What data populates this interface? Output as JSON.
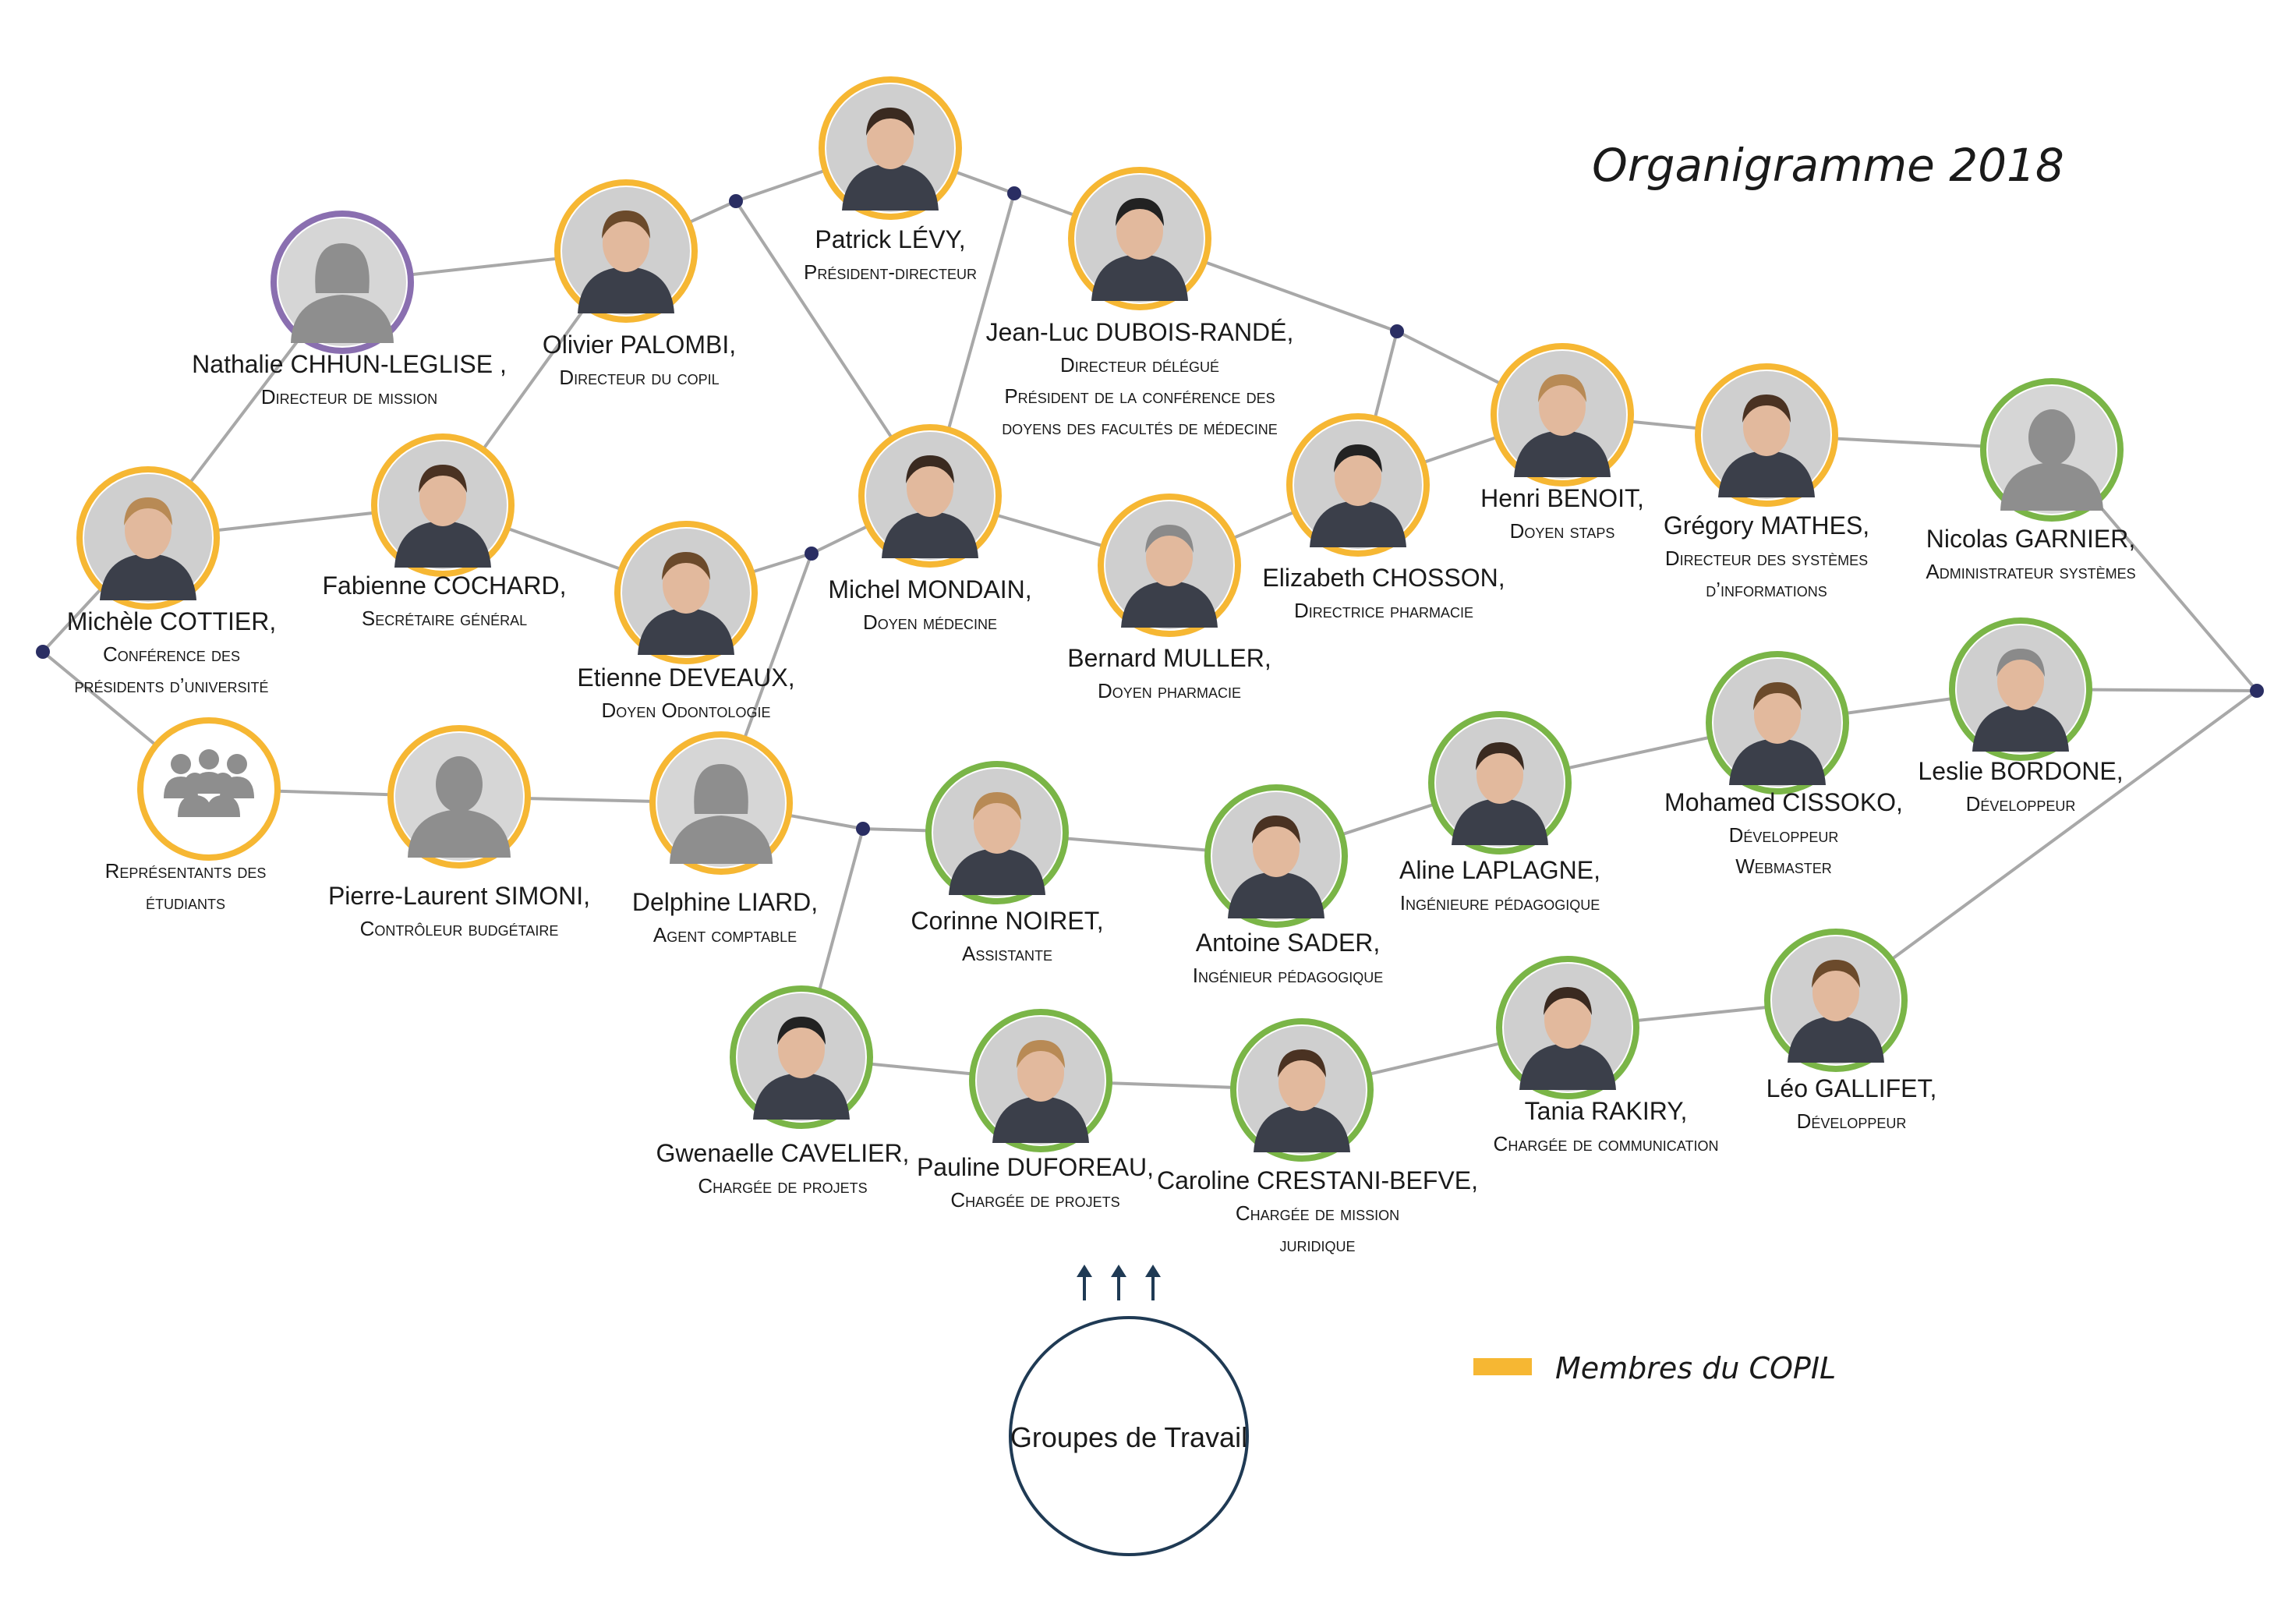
{
  "title": "Organigramme 2018",
  "colors": {
    "copil": "#f6b733",
    "team": "#7ab547",
    "mission": "#8a6fb0",
    "line": "#a8a8a8",
    "dot": "#2a2e63",
    "circle_outline": "#1f3a54",
    "arrow": "#1f3a54",
    "photo_bg": "#d6d6d6",
    "silhouette": "#8e8e8e"
  },
  "legend": {
    "label": "Membres du COPIL"
  },
  "groups": {
    "label": "Groupes de Travail"
  },
  "people": [
    {
      "id": "levy",
      "name": "Patrick LÉVY,",
      "role": [
        "Président-directeur"
      ],
      "group": "copil",
      "icon": "portrait-photo"
    },
    {
      "id": "palombi",
      "name": "Olivier PALOMBI,",
      "role": [
        "Directeur du copil"
      ],
      "group": "copil",
      "icon": "portrait-photo"
    },
    {
      "id": "chhun",
      "name": "Nathalie CHHUN-LEGLISE ,",
      "role": [
        "Directeur de mission"
      ],
      "group": "mission",
      "icon": "silhouette-female"
    },
    {
      "id": "duboisrande",
      "name": "Jean-Luc DUBOIS-RANDÉ,",
      "role": [
        "Directeur délégué",
        "Président de la conférence des",
        "doyens des facultés de médecine"
      ],
      "group": "copil",
      "icon": "portrait-photo"
    },
    {
      "id": "cottier",
      "name": "Michèle COTTIER,",
      "role": [
        "Conférence des",
        "présidents d’université"
      ],
      "group": "copil",
      "icon": "portrait-photo"
    },
    {
      "id": "cochard",
      "name": "Fabienne COCHARD,",
      "role": [
        "Secrétaire général"
      ],
      "group": "copil",
      "icon": "portrait-photo"
    },
    {
      "id": "mondain",
      "name": "Michel MONDAIN,",
      "role": [
        "Doyen médecine"
      ],
      "group": "copil",
      "icon": "portrait-photo"
    },
    {
      "id": "deveaux",
      "name": "Etienne DEVEAUX,",
      "role": [
        "Doyen Odontologie"
      ],
      "group": "copil",
      "icon": "portrait-photo"
    },
    {
      "id": "muller",
      "name": "Bernard MULLER,",
      "role": [
        "Doyen pharmacie"
      ],
      "group": "copil",
      "icon": "portrait-photo"
    },
    {
      "id": "chosson",
      "name": "Elizabeth CHOSSON,",
      "role": [
        "Directrice pharmacie"
      ],
      "group": "copil",
      "icon": "portrait-photo"
    },
    {
      "id": "benoit",
      "name": "Henri BENOIT,",
      "role": [
        "Doyen staps"
      ],
      "group": "copil",
      "icon": "portrait-photo"
    },
    {
      "id": "mathes",
      "name": "Grégory MATHES,",
      "role": [
        "Directeur des systèmes",
        "d’informations"
      ],
      "group": "copil",
      "icon": "portrait-photo"
    },
    {
      "id": "garnier",
      "name": "Nicolas GARNIER,",
      "role": [
        "Administrateur systèmes"
      ],
      "group": "team",
      "icon": "silhouette-male"
    },
    {
      "id": "etudiants",
      "name": "",
      "role": [
        "Représentants des",
        "étudiants"
      ],
      "group": "copil",
      "icon": "group-icon"
    },
    {
      "id": "simoni",
      "name": "Pierre-Laurent SIMONI,",
      "role": [
        "Contrôleur budgétaire"
      ],
      "group": "copil",
      "icon": "silhouette-male"
    },
    {
      "id": "liard",
      "name": "Delphine LIARD,",
      "role": [
        "Agent comptable"
      ],
      "group": "copil",
      "icon": "silhouette-female"
    },
    {
      "id": "noiret",
      "name": "Corinne NOIRET,",
      "role": [
        "Assistante"
      ],
      "group": "team",
      "icon": "portrait-photo"
    },
    {
      "id": "sader",
      "name": "Antoine SADER,",
      "role": [
        "Ingénieur pédagogique"
      ],
      "group": "team",
      "icon": "portrait-photo"
    },
    {
      "id": "laplagne",
      "name": "Aline LAPLAGNE,",
      "role": [
        "Ingénieure pédagogique"
      ],
      "group": "team",
      "icon": "portrait-photo"
    },
    {
      "id": "cissoko",
      "name": "Mohamed CISSOKO,",
      "role": [
        "Développeur",
        "Webmaster"
      ],
      "group": "team",
      "icon": "portrait-photo"
    },
    {
      "id": "bordone",
      "name": "Leslie BORDONE,",
      "role": [
        "Développeur"
      ],
      "group": "team",
      "icon": "portrait-photo"
    },
    {
      "id": "cavelier",
      "name": "Gwenaelle CAVELIER,",
      "role": [
        "Chargée de projets"
      ],
      "group": "team",
      "icon": "portrait-photo"
    },
    {
      "id": "duforeau",
      "name": "Pauline DUFOREAU,",
      "role": [
        "Chargée de projets"
      ],
      "group": "team",
      "icon": "portrait-photo"
    },
    {
      "id": "crestani",
      "name": "Caroline CRESTANI-BEFVE,",
      "role": [
        "Chargée de mission",
        "juridique"
      ],
      "group": "team",
      "icon": "portrait-photo"
    },
    {
      "id": "rakiry",
      "name": "Tania RAKIRY,",
      "role": [
        "Chargée de communication"
      ],
      "group": "team",
      "icon": "portrait-photo"
    },
    {
      "id": "gallifet",
      "name": "Léo GALLIFET,",
      "role": [
        "Développeur"
      ],
      "group": "team",
      "icon": "portrait-photo"
    }
  ]
}
